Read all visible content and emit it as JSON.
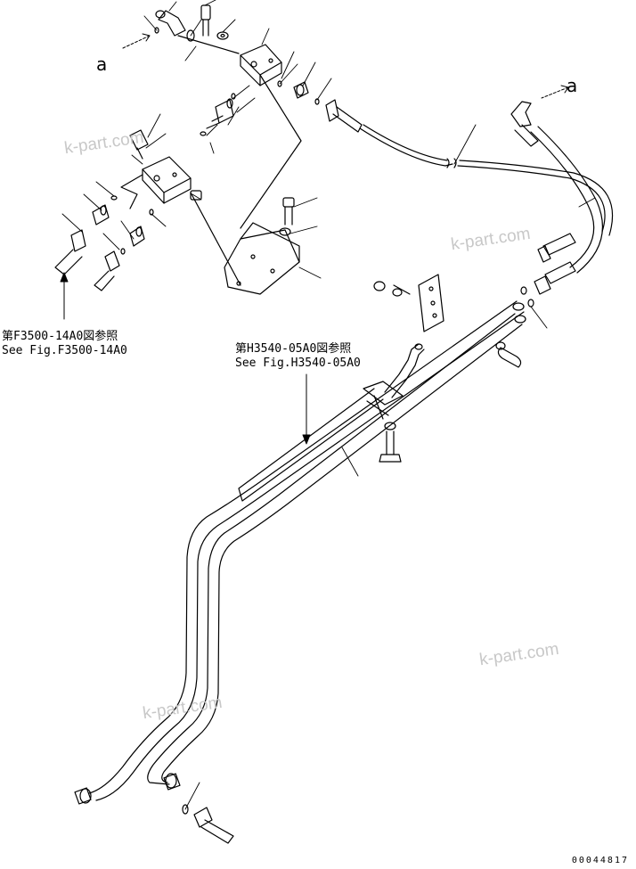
{
  "references": {
    "ref1_line1": "第F3500-14A0図参照",
    "ref1_line2": "See Fig.F3500-14A0",
    "ref2_line1": "第H3540-05A0図参照",
    "ref2_line2": "See Fig.H3540-05A0"
  },
  "arrows": {
    "left_label": "a",
    "right_label": "a"
  },
  "watermarks": [
    "k-part.com",
    "k-part.com",
    "k-part.com",
    "k-part.com"
  ],
  "drawing_code": "00044817"
}
